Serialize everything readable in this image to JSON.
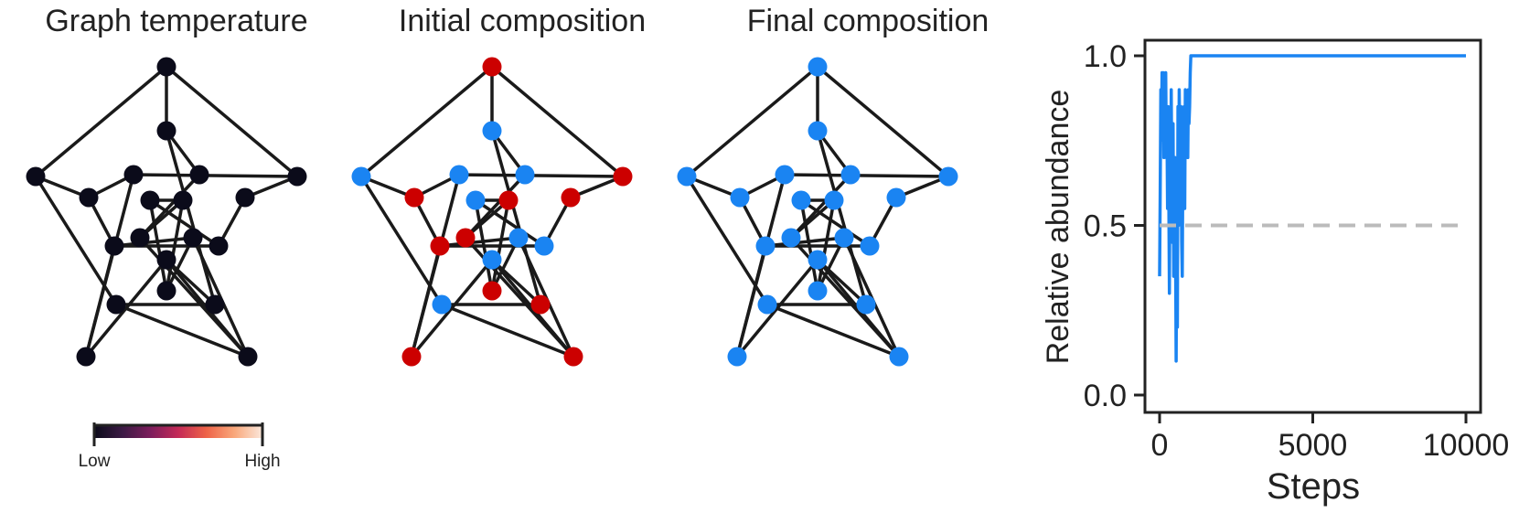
{
  "panels": [
    {
      "title": "Graph temperature",
      "node_color": "#0b0b1a"
    },
    {
      "title": "Initial composition"
    },
    {
      "title": "Final composition",
      "node_color": "#1a84f2"
    }
  ],
  "graph": {
    "nodes": 20,
    "edges": [
      [
        0,
        1
      ],
      [
        0,
        2
      ],
      [
        0,
        3
      ],
      [
        1,
        4
      ],
      [
        1,
        5
      ],
      [
        2,
        6
      ],
      [
        2,
        7
      ],
      [
        3,
        8
      ],
      [
        3,
        9
      ],
      [
        4,
        6
      ],
      [
        5,
        8
      ],
      [
        7,
        12
      ],
      [
        9,
        14
      ],
      [
        10,
        11
      ],
      [
        10,
        12
      ],
      [
        10,
        13
      ],
      [
        11,
        13
      ],
      [
        11,
        14
      ],
      [
        4,
        16
      ],
      [
        5,
        17
      ],
      [
        6,
        15
      ],
      [
        8,
        18
      ],
      [
        12,
        16
      ],
      [
        14,
        17
      ],
      [
        13,
        19
      ],
      [
        15,
        16
      ],
      [
        16,
        19
      ],
      [
        19,
        17
      ],
      [
        17,
        18
      ],
      [
        18,
        15
      ]
    ],
    "initial_types": [
      "red",
      "blue",
      "red",
      "blue",
      "red",
      "blue",
      "blue",
      "red",
      "red",
      "blue",
      "blue",
      "red",
      "blue",
      "red",
      "red",
      "red",
      "red",
      "red",
      "blue",
      "blue"
    ]
  },
  "type_colors": {
    "red": "#cc0000",
    "blue": "#1a84f2"
  },
  "colorbar": {
    "low_label": "Low",
    "high_label": "High",
    "colormap": [
      "#0b0b1a",
      "#3b1a44",
      "#7c1d5c",
      "#c42a57",
      "#ee6348",
      "#f9a87b",
      "#fbe8dc"
    ]
  },
  "chart_data": {
    "type": "line",
    "title": "",
    "xlabel": "Steps",
    "ylabel": "Relative abundance",
    "xlim": [
      0,
      10000
    ],
    "ylim": [
      0,
      1
    ],
    "xticks": [
      "0",
      "5000",
      "10000"
    ],
    "yticks": [
      "0.0",
      "0.5",
      "1.0"
    ],
    "grid": false,
    "series": [
      {
        "color": "#1a84f2",
        "x": [
          0,
          20,
          40,
          60,
          80,
          100,
          120,
          140,
          160,
          180,
          200,
          220,
          240,
          260,
          280,
          300,
          320,
          340,
          360,
          380,
          400,
          420,
          440,
          460,
          480,
          500,
          520,
          540,
          560,
          580,
          600,
          620,
          640,
          660,
          680,
          700,
          720,
          740,
          760,
          780,
          800,
          820,
          840,
          860,
          880,
          900,
          920,
          940,
          960,
          980,
          1000,
          1020,
          1040,
          1060,
          1080,
          1100,
          1120,
          1140,
          1160,
          1180,
          1200,
          1220,
          1240,
          1400,
          2000,
          4000,
          6000,
          8000,
          10000
        ],
        "values": [
          0.35,
          0.6,
          0.9,
          0.75,
          0.95,
          0.8,
          0.95,
          0.7,
          0.85,
          0.75,
          0.95,
          0.7,
          0.8,
          0.55,
          0.85,
          0.6,
          0.3,
          0.7,
          0.5,
          0.9,
          0.6,
          0.45,
          0.8,
          0.35,
          0.6,
          0.7,
          0.45,
          0.1,
          0.55,
          0.2,
          0.85,
          0.5,
          0.9,
          0.75,
          0.6,
          0.85,
          0.45,
          0.35,
          0.7,
          0.8,
          0.85,
          0.55,
          0.9,
          0.7,
          0.85,
          0.75,
          0.7,
          0.9,
          0.8,
          0.85,
          0.95,
          1.0,
          1.0,
          1.0,
          1.0,
          1.0,
          1.0,
          1.0,
          1.0,
          1.0,
          1.0,
          1.0,
          1.0,
          1.0,
          1.0,
          1.0,
          1.0,
          1.0,
          1.0
        ]
      },
      {
        "color": "#bbbbbb",
        "style": "dashed",
        "x": [
          0,
          10000
        ],
        "values": [
          0.5,
          0.5
        ]
      }
    ]
  }
}
